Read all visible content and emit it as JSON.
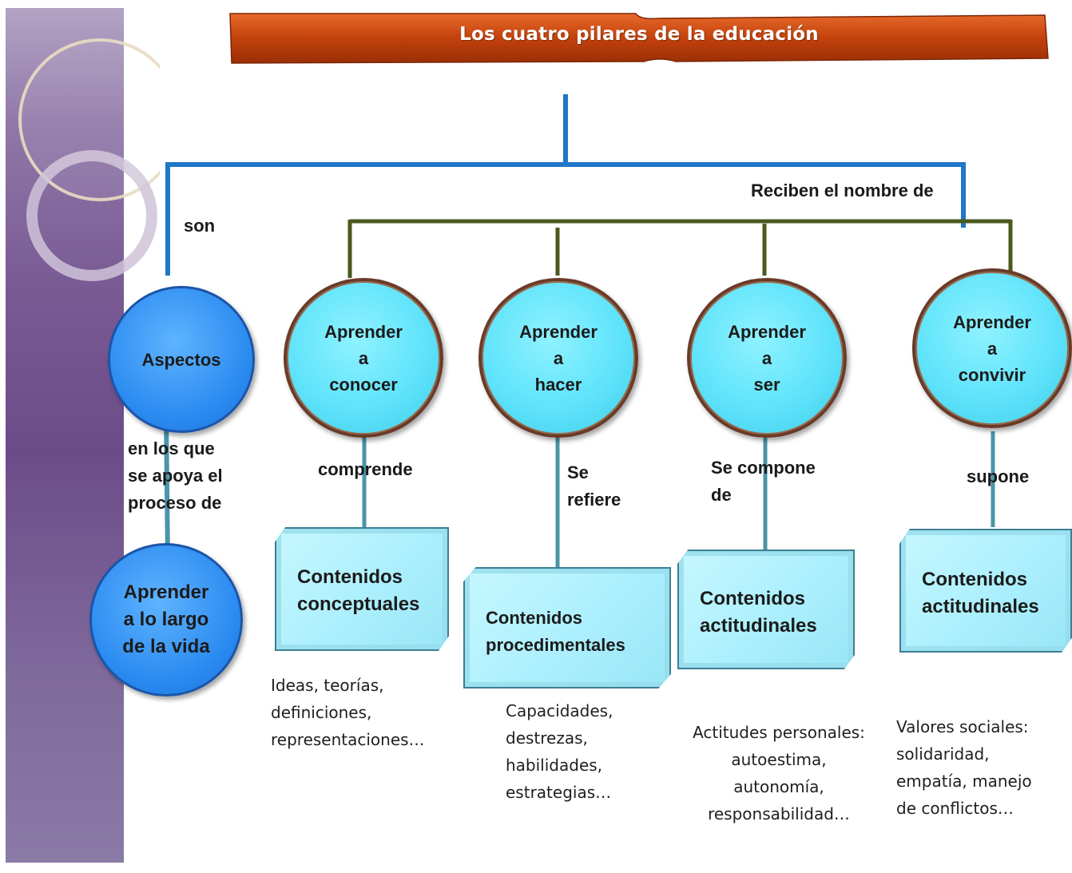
{
  "title": "Los cuatro pilares de la educación",
  "connectors": {
    "son": "son",
    "reciben": "Reciben el nombre de",
    "en_los_que": "en los que\nse apoya el\nproceso de",
    "comprende": "comprende",
    "se_refiere": "Se\nrefiere",
    "se_compone": "Se compone\nde",
    "supone": "supone"
  },
  "aspect_node": "Aspectos",
  "life_node": "Aprender\na lo largo\nde la vida",
  "pillars": [
    {
      "label": "Aprender\na\nconocer",
      "content": "Contenidos\nconceptuales",
      "description": "Ideas, teorías,\ndefiniciones,\nrepresentaciones…"
    },
    {
      "label": "Aprender\na\nhacer",
      "content": "Contenidos\nprocedimentales",
      "description": "Capacidades,\ndestrezas,\nhabilidades,\nestrategias…"
    },
    {
      "label": "Aprender\na\nser",
      "content": "Contenidos\nactitudinales",
      "description": "Actitudes personales:\nautoestima,\nautonomía,\nresponsabilidad…"
    },
    {
      "label": "Aprender\na\nconvivir",
      "content": "Contenidos\nactitudinales",
      "description": "Valores sociales:\nsolidaridad,\nempatía, manejo\nde conflictos…"
    }
  ],
  "colors": {
    "banner": "#c2410c",
    "blue_line": "#1f77c8",
    "green_line": "#4a5a1e",
    "teal_line": "#4a95a8",
    "pillar_fill": "#5fe3fb",
    "aspect_fill": "#2a8af0"
  }
}
